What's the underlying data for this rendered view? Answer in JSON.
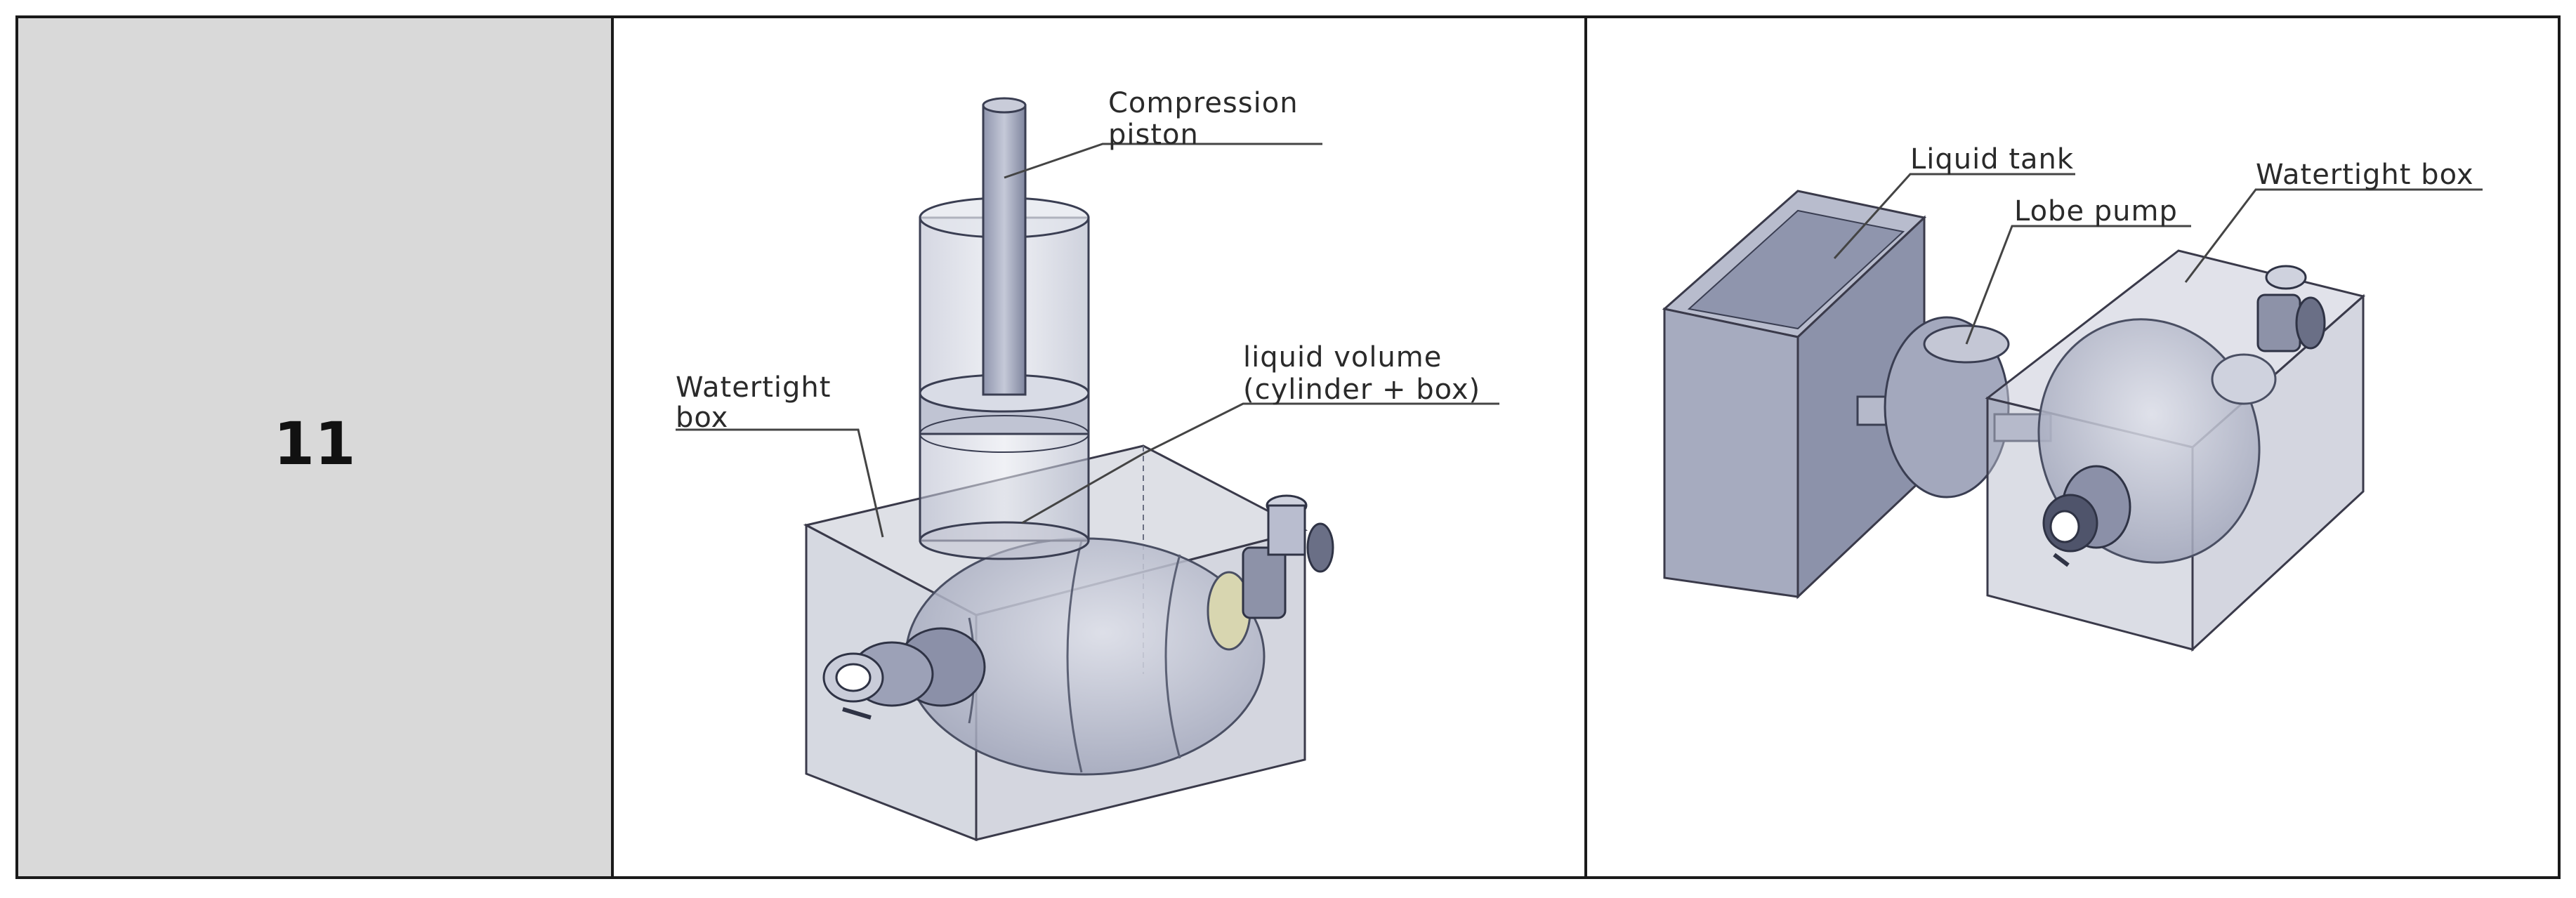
{
  "row_number": "11",
  "left_diagram": {
    "labels": {
      "piston_line1": "Compression",
      "piston_line2": "piston",
      "box_line1": "Watertight",
      "box_line2": "box",
      "liquid_line1": "liquid volume",
      "liquid_line2": "(cylinder + box)"
    }
  },
  "right_diagram": {
    "labels": {
      "tank": "Liquid tank",
      "pump": "Lobe pump",
      "box": "Watertight box"
    }
  },
  "colors": {
    "cell_grey": "#d9d9d9",
    "border": "#1a1a1a",
    "part_blue": "#a9aec4",
    "part_blue_light": "#c7cad8"
  }
}
